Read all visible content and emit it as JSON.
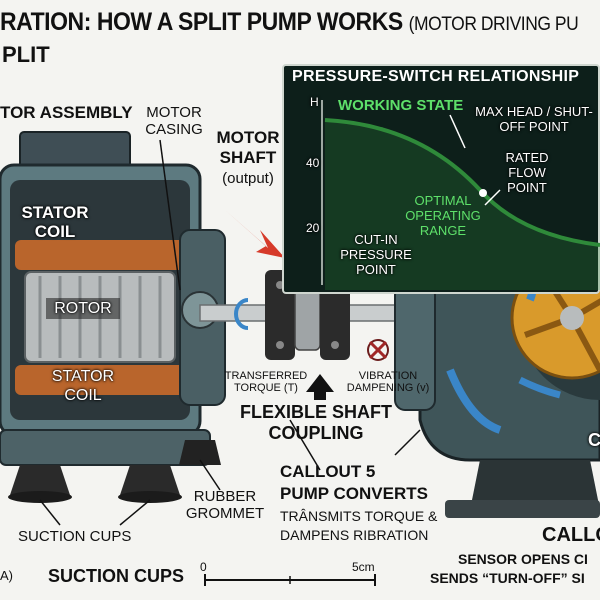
{
  "title": {
    "main": "RATION: HOW A SPLIT PUMP WORKS",
    "sub": "(MOTOR DRIVING PU",
    "line2": "PLIT"
  },
  "labels": {
    "motor_assembly": "TOR ASSEMBLY",
    "motor_casing": "MOTOR CASING",
    "motor_shaft": "MOTOR SHAFT",
    "motor_shaft_sub": "(output)",
    "stator_coil_top": "STATOR COIL",
    "rotor": "ROTOR",
    "stator_coil_bottom": "STATOR COIL",
    "transferred_torque": "TRANSFERRED TORQUE (T)",
    "vibration_dampening": "VIBRATION DAMPENING (v)",
    "flexible_coupling": "FLEXIBLE SHAFT COUPLING",
    "rubber_grommet": "RUBBER GROMMET",
    "suction_cups": "SUCTION CUPS",
    "suction_cups_footer": "SUCTION CUPS",
    "callout5_title": "CALLOUT 5",
    "callout5_line2": "PUMP CONVERTS",
    "callout5_line3": "TRÂNSMITS TORQUE &",
    "callout5_line4": "DAMPENS RIBRATION",
    "callout_right": "CALLO",
    "sensor_line1": "SENSOR OPENS CI",
    "sensor_line2": "SENDS “TURN-OFF” SI",
    "right_c": "C",
    "bottom_left": "A)"
  },
  "scale": {
    "start": "0",
    "end": "5cm"
  },
  "panel": {
    "title": "PRESSURE-SWITCH RELATIONSHIP",
    "y_axis_label": "H",
    "tick_40": "40",
    "tick_20": "20",
    "working_state": "WORKING STATE",
    "max_head": "MAX HEAD / SHUT-OFF POINT",
    "rated_flow": "RATED FLOW POINT",
    "optimal": "OPTIMAL OPERATING RANGE",
    "cut_in": "CUT-IN PRESSURE POINT"
  },
  "colors": {
    "curve": "#2f8a3a",
    "accent_arrow": "#d63a2a",
    "flow_blue": "#3a86c8",
    "impeller": "#d99a2b",
    "casing": "#5d7a80"
  }
}
